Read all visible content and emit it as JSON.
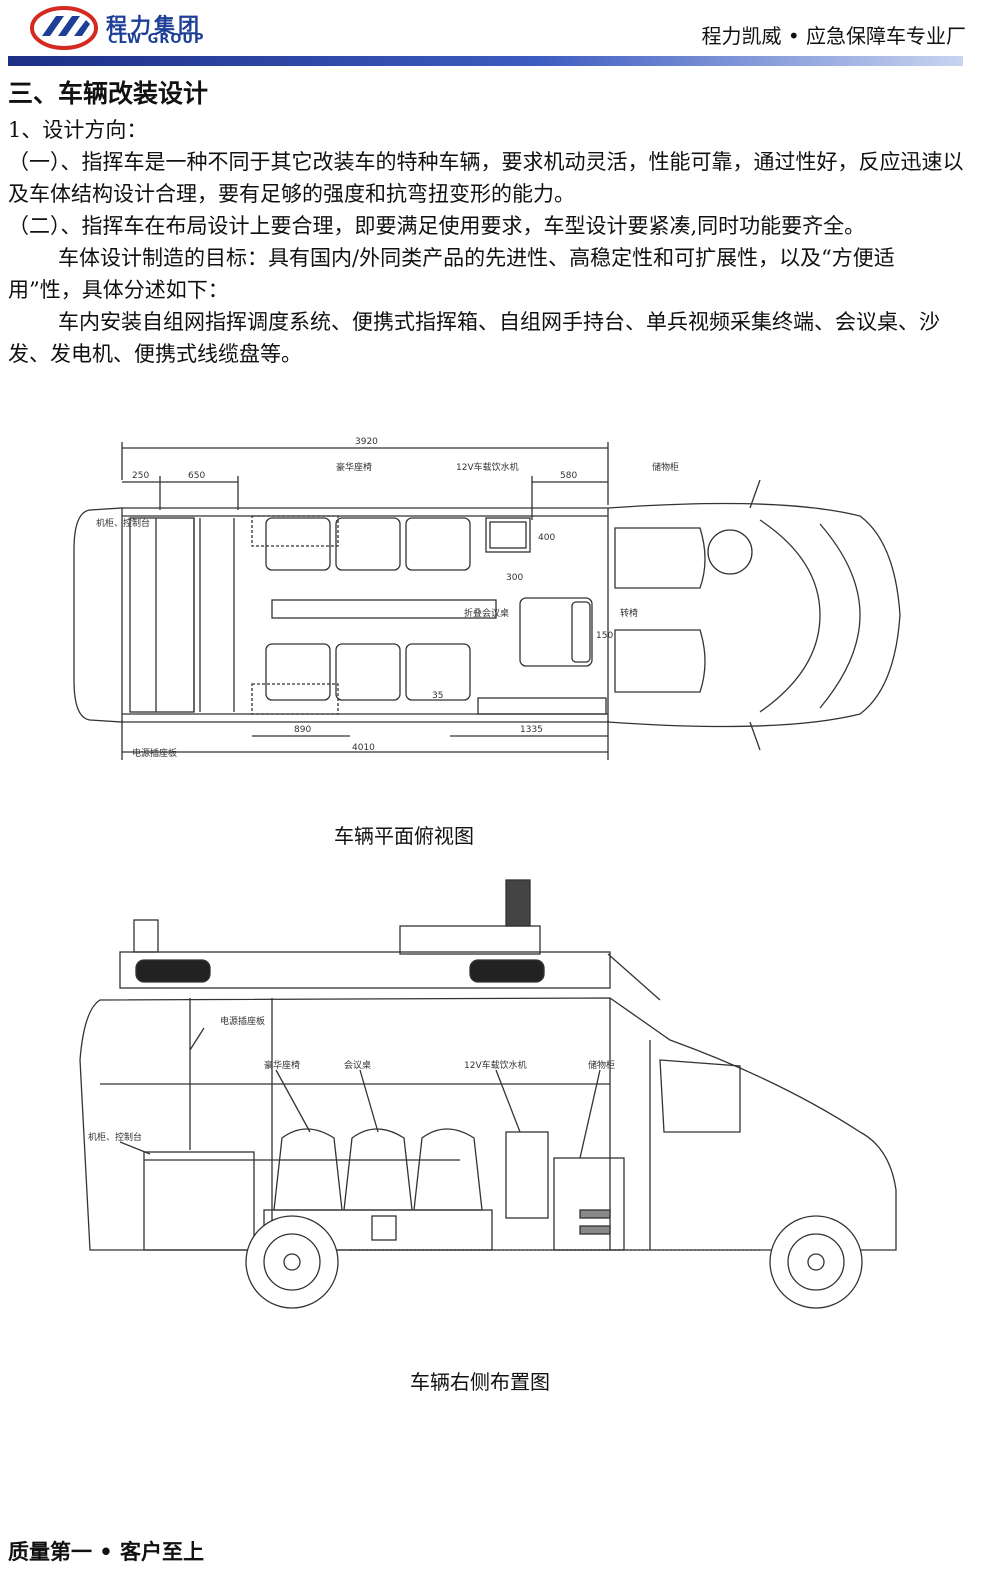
{
  "header": {
    "logo_cn": "程力集团",
    "logo_en": "CLW GROUP",
    "slogan": "程力凯威 • 应急保障车专业厂",
    "brand_color": "#1d3f96",
    "accent_red": "#d42a22"
  },
  "section": {
    "title": "三、车辆改装设计",
    "subtitle": "1、设计方向：",
    "paragraphs": [
      "（一）、指挥车是一种不同于其它改装车的特种车辆，要求机动灵活，性能可靠，通过性好，反应迅速以及车体结构设计合理，要有足够的强度和抗弯扭变形的能力。",
      "（二）、指挥车在布局设计上要合理，即要满足使用要求，车型设计要紧凑,同时功能要齐全。",
      "车体设计制造的目标：具有国内/外同类产品的先进性、高稳定性和可扩展性，以及“方便适用”性，具体分述如下：",
      "车内安装自组网指挥调度系统、便携式指挥箱、自组网手持台、单兵视频采集终端、会议桌、沙发、发电机、便携式线缆盘等。"
    ]
  },
  "plan_view": {
    "caption": "车辆平面俯视图",
    "dims": {
      "d3920": "3920",
      "d250": "250",
      "d650": "650",
      "d580": "580",
      "d400": "400",
      "d300": "300",
      "d150": "150",
      "d35": "35",
      "d890": "890",
      "d1335": "1335",
      "d4010": "4010"
    },
    "labels": {
      "sofa": "豪华座椅",
      "water": "12V车载饮水机",
      "storage": "储物柜",
      "cabinet": "机柜、控制台",
      "table": "折叠会议桌",
      "rotating": "转椅",
      "panel": "电源插座板"
    }
  },
  "side_view": {
    "caption": "车辆右侧布置图",
    "labels": {
      "panel": "电源插座板",
      "sofa": "豪华座椅",
      "table": "会议桌",
      "water": "12V车载饮水机",
      "storage": "储物柜",
      "cabinet": "机柜、控制台"
    }
  },
  "footer": {
    "text": "质量第一 • 客户至上"
  }
}
